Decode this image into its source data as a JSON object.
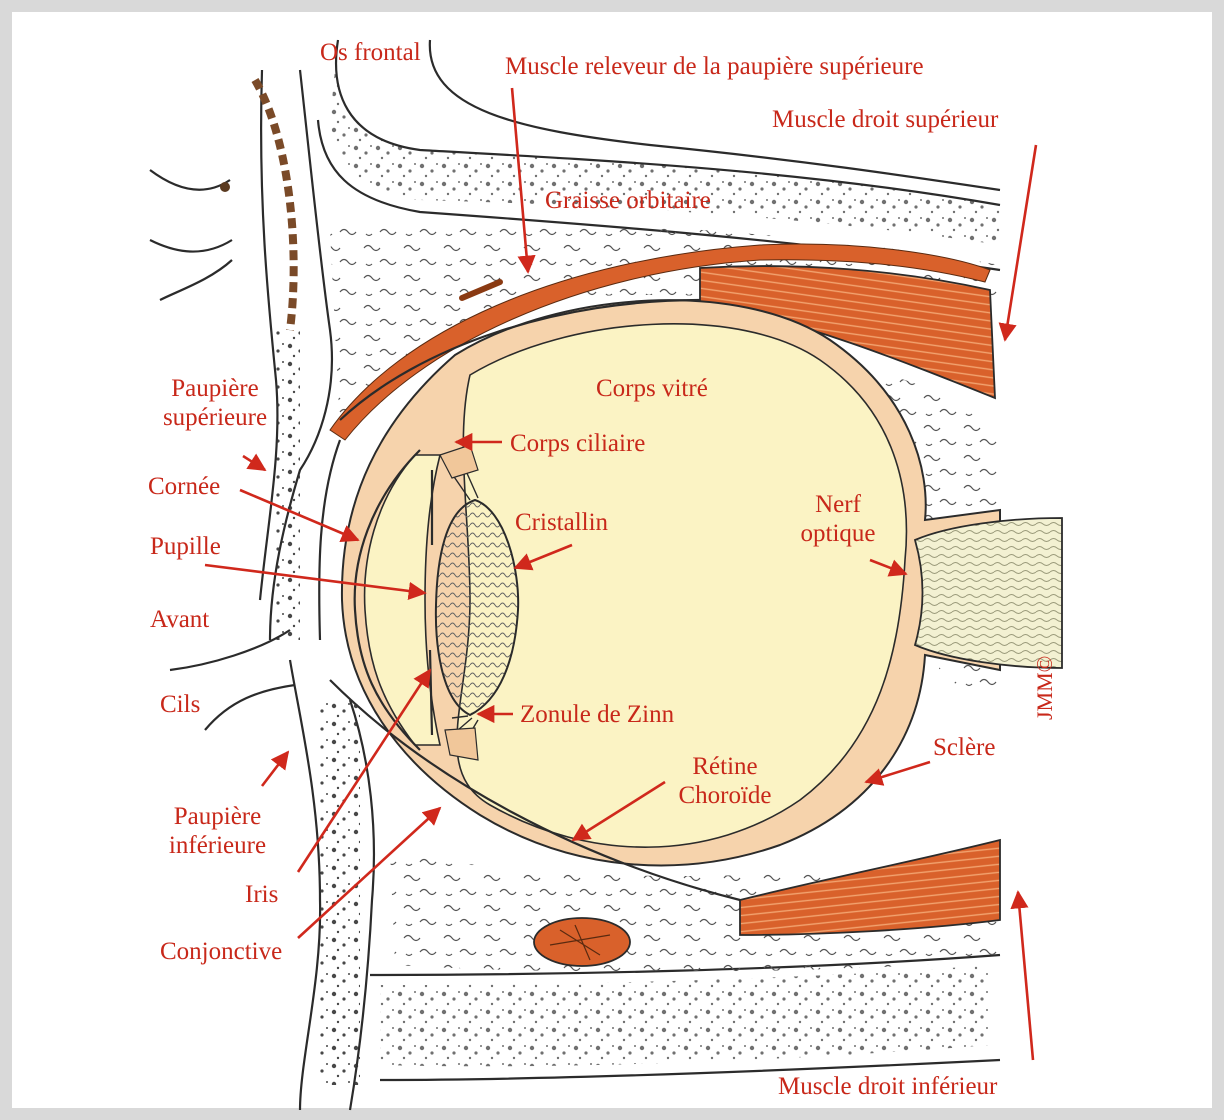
{
  "colors": {
    "label": "#c8281a",
    "arrow": "#d0281c",
    "vitreous": "#fbf3c4",
    "sclera": "#f6d3ac",
    "muscle": "#d9612b"
  },
  "labels": {
    "os_frontal": "Os frontal",
    "releveur": "Muscle releveur de la paupière supérieure",
    "droit_sup": "Muscle droit supérieur",
    "graisse": "Graisse orbitaire",
    "corps_vitre": "Corps vitré",
    "paupiere_sup_1": "Paupière",
    "paupiere_sup_2": "supérieure",
    "corps_ciliaire": "Corps ciliaire",
    "cornee": "Cornée",
    "cristallin": "Cristallin",
    "nerf_1": "Nerf",
    "nerf_2": "optique",
    "pupille": "Pupille",
    "avant": "Avant",
    "cils": "Cils",
    "zonule": "Zonule de Zinn",
    "retine": "Rétine",
    "choroide": "Choroïde",
    "sclere": "Sclère",
    "jmm": "JMM©",
    "paupiere_inf_1": "Paupière",
    "paupiere_inf_2": "inférieure",
    "iris": "Iris",
    "conjonctive": "Conjonctive",
    "droit_inf": "Muscle droit inférieur"
  }
}
